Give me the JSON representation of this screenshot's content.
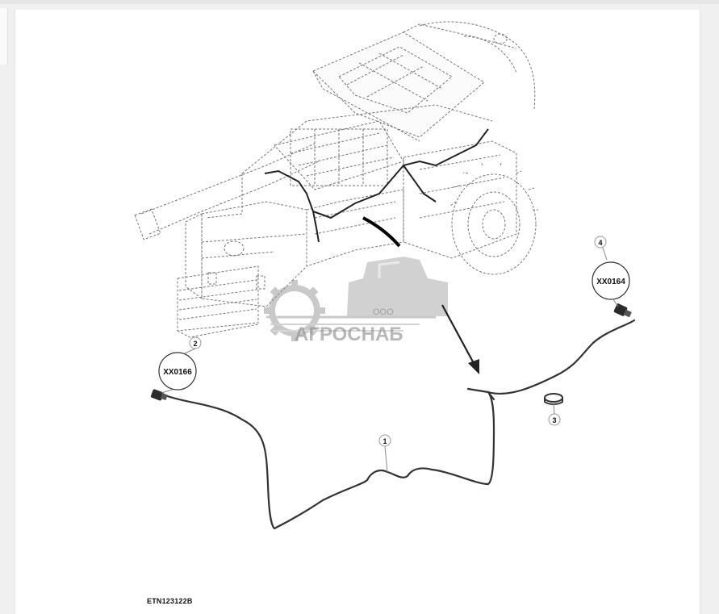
{
  "callouts": [
    {
      "id": "1",
      "label": ""
    },
    {
      "id": "2",
      "label": "XX0166"
    },
    {
      "id": "3",
      "label": ""
    },
    {
      "id": "4",
      "label": "XX0164"
    }
  ],
  "watermark": {
    "small": "ООО",
    "brand": "АГРОСНАБ"
  },
  "figure_id": "ETN123122B"
}
